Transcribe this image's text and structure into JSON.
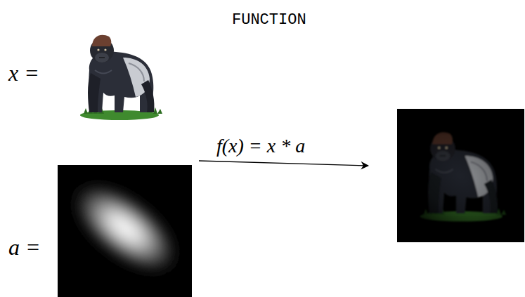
{
  "diagram": {
    "title": "FUNCTION",
    "labels": [
      "x =",
      "a =",
      "f(x) = x * a"
    ]
  }
}
